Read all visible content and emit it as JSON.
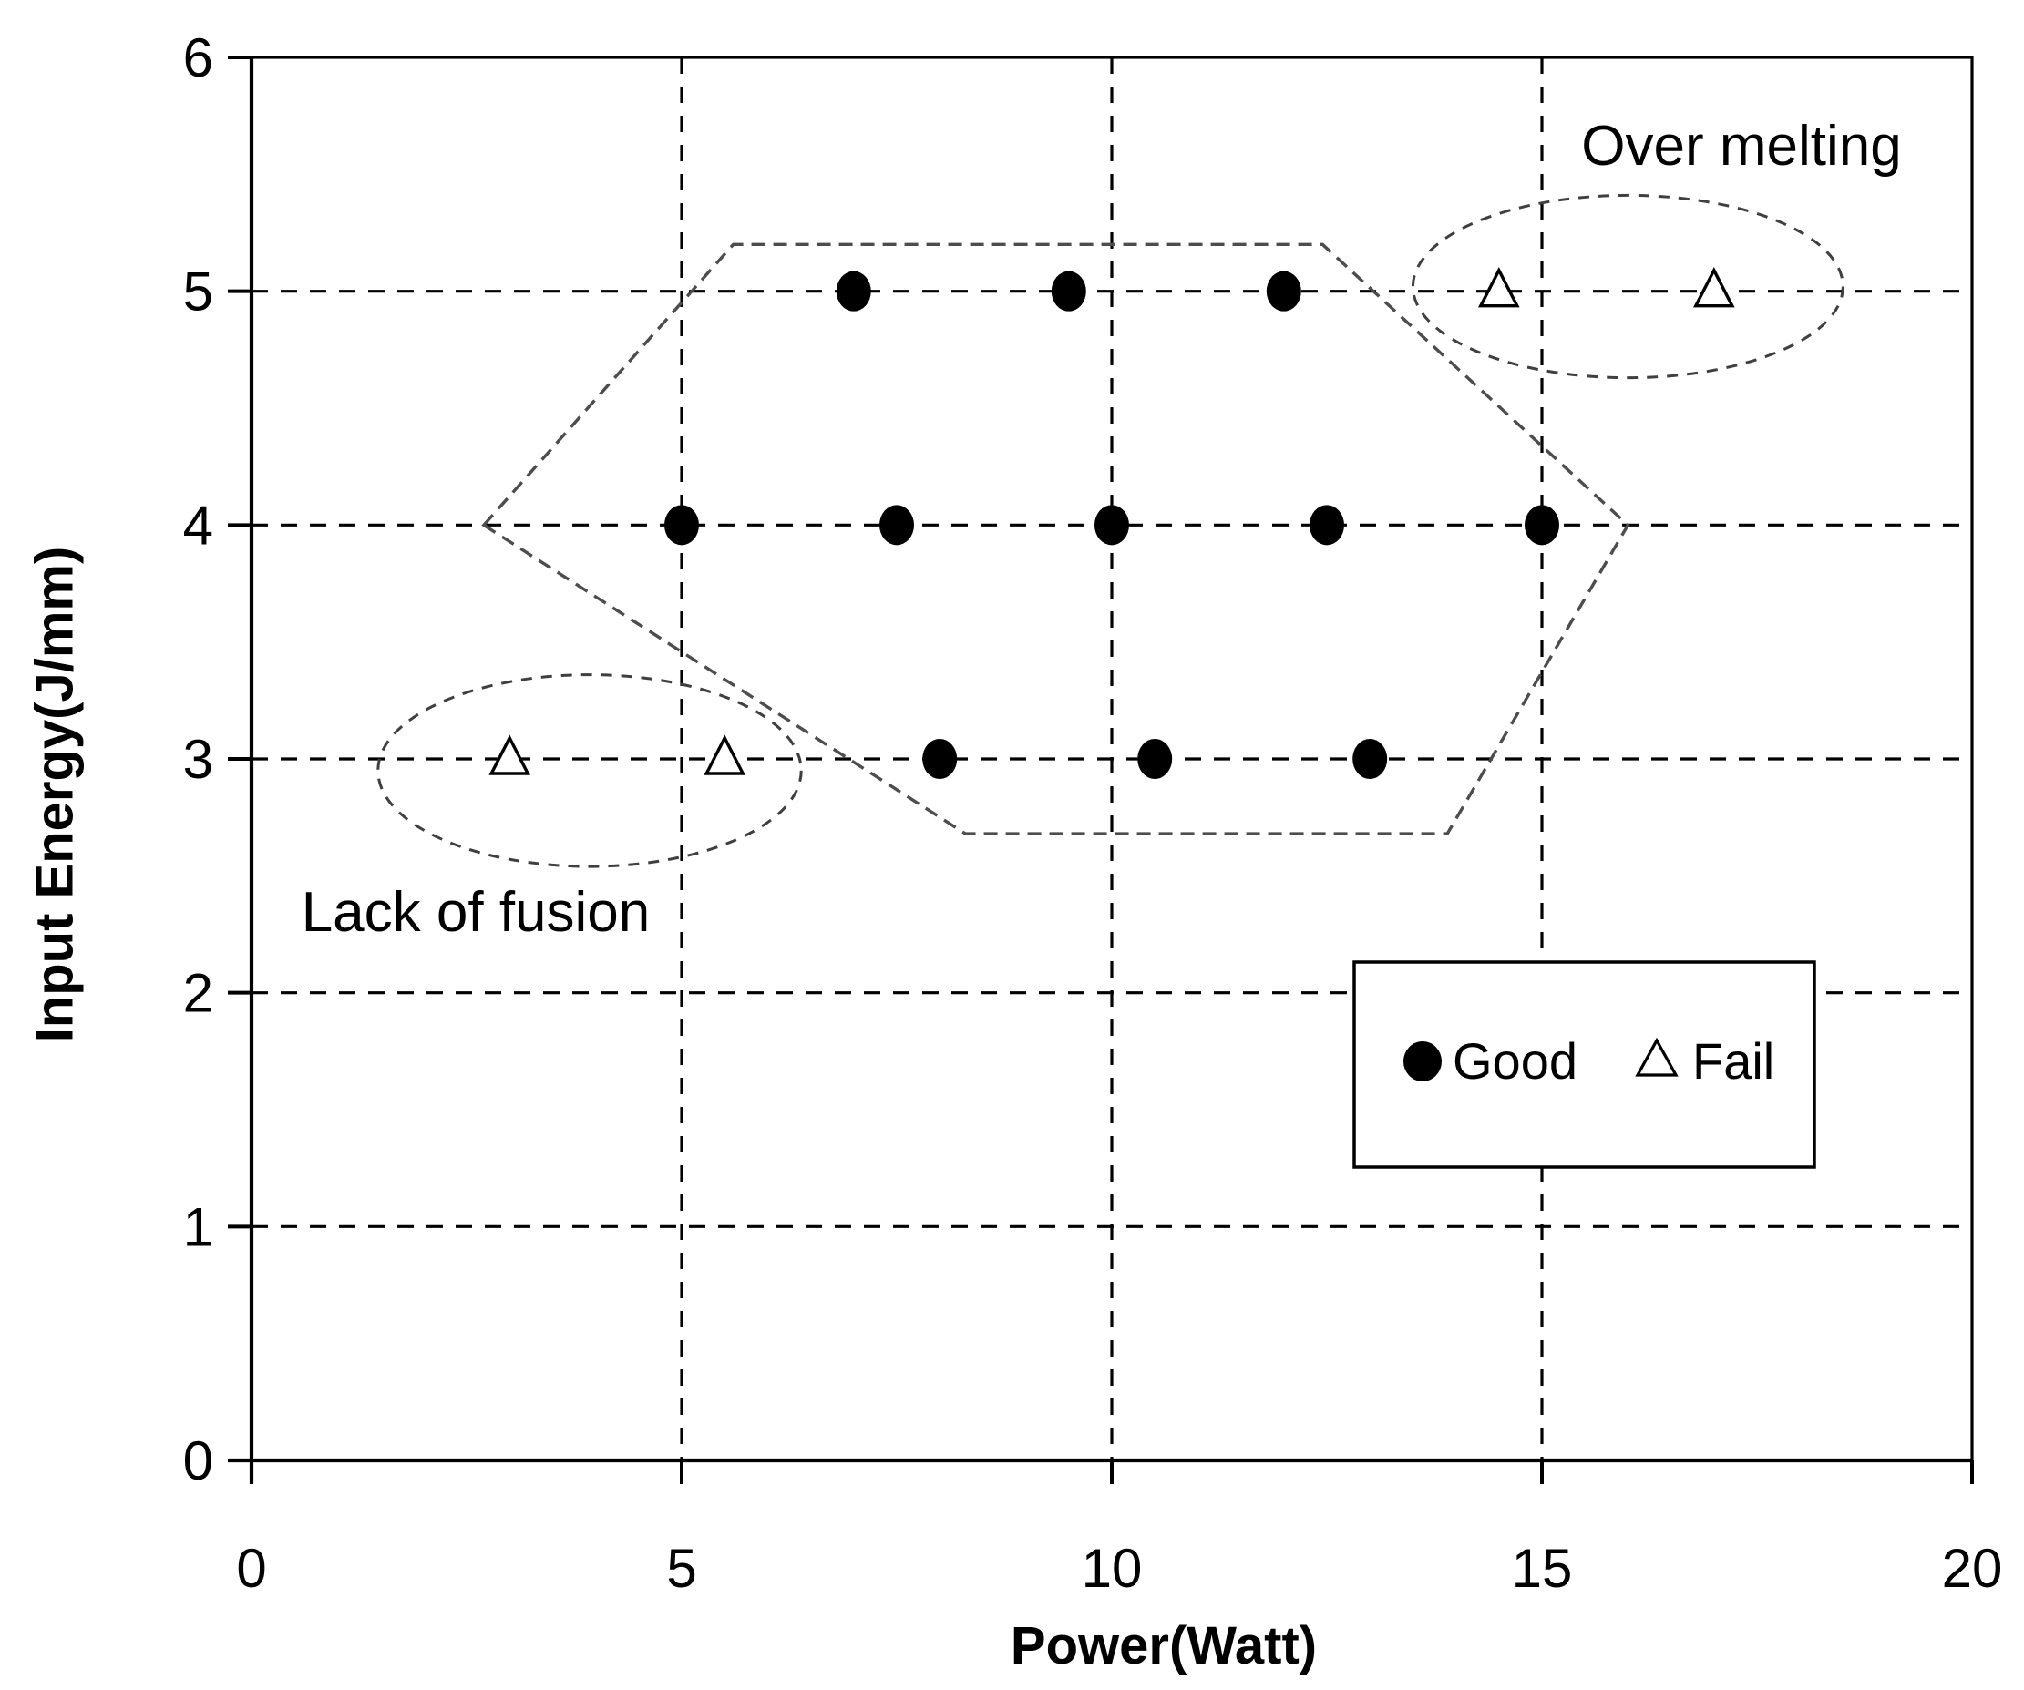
{
  "chart_data": {
    "type": "scatter",
    "title": "",
    "xlabel": "Power(Watt)",
    "ylabel": "Input Energy(J/mm)",
    "xlim": [
      0,
      20
    ],
    "ylim": [
      0,
      6
    ],
    "x_ticks": [
      0,
      5,
      10,
      15,
      20
    ],
    "y_ticks": [
      0,
      1,
      2,
      3,
      4,
      5,
      6
    ],
    "grid": "dashed lines at every tick, black",
    "legend": {
      "position": "inside lower-right",
      "entries": [
        {
          "marker": "filled-circle",
          "label": "Good"
        },
        {
          "marker": "open-triangle",
          "label": "Fail"
        }
      ]
    },
    "series": [
      {
        "name": "Good",
        "marker": "filled-circle",
        "points": [
          [
            7,
            5
          ],
          [
            9.5,
            5
          ],
          [
            12,
            5
          ],
          [
            5,
            4
          ],
          [
            7.5,
            4
          ],
          [
            10,
            4
          ],
          [
            12.5,
            4
          ],
          [
            15,
            4
          ],
          [
            8,
            3
          ],
          [
            10.5,
            3
          ],
          [
            13,
            3
          ]
        ]
      },
      {
        "name": "Fail",
        "marker": "open-triangle",
        "points": [
          [
            14.5,
            5
          ],
          [
            17,
            5
          ],
          [
            3,
            3
          ],
          [
            5.5,
            3
          ]
        ]
      }
    ],
    "annotations": [
      {
        "text": "Over melting",
        "x": 17.3,
        "y": 5.54
      },
      {
        "text": "Lack of fusion",
        "x": 2.6,
        "y": 2.26
      }
    ],
    "regions": {
      "process_window_hexagon": {
        "style": "dashed outline",
        "vertices": [
          [
            2.7,
            4
          ],
          [
            5.6,
            5.2
          ],
          [
            12.45,
            5.2
          ],
          [
            16,
            4
          ],
          [
            13.9,
            2.68
          ],
          [
            8.3,
            2.68
          ]
        ]
      },
      "over_melting_ellipse": {
        "style": "dashed outline",
        "cx": 16,
        "cy": 5.02,
        "rx": 2.5,
        "ry": 0.39
      },
      "lack_of_fusion_ellipse": {
        "style": "dashed outline",
        "cx": 3.93,
        "cy": 2.95,
        "rx": 2.46,
        "ry": 0.41
      }
    }
  }
}
